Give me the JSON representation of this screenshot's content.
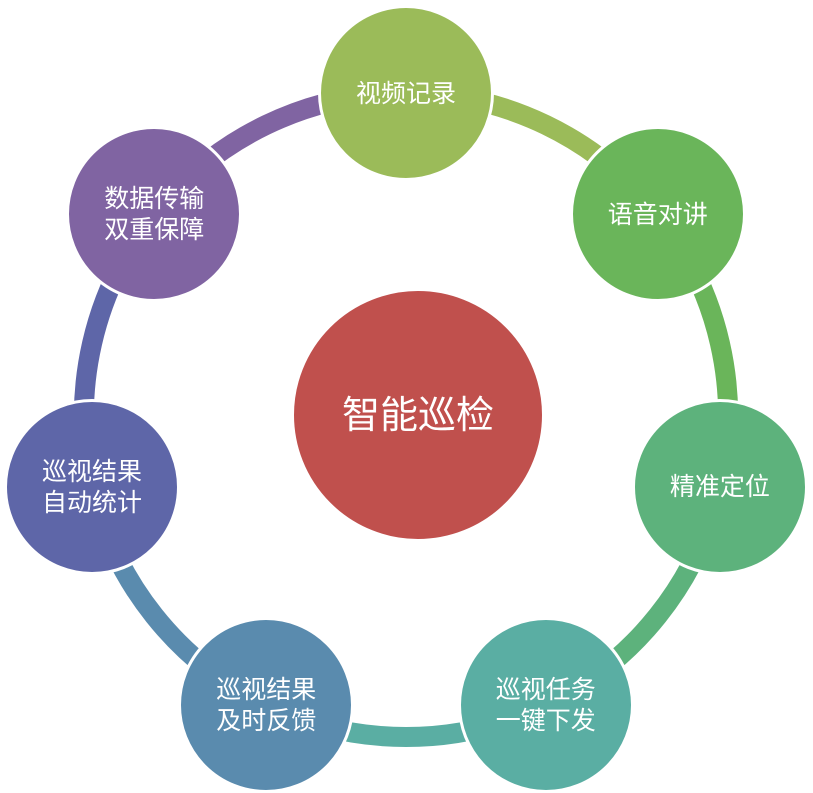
{
  "center": {
    "label": "智能巡检",
    "color": "#C0504D"
  },
  "nodes": [
    {
      "label": "视频记录",
      "color": "#9BBB59"
    },
    {
      "label": "语音对讲",
      "color": "#6AB55A"
    },
    {
      "label": "精准定位",
      "color": "#5DB27C"
    },
    {
      "label": "巡视任务\n一键下发",
      "color": "#5AAEA3"
    },
    {
      "label": "巡视结果\n及时反馈",
      "color": "#5A8BAE"
    },
    {
      "label": "巡视结果\n自动统计",
      "color": "#5E66A8"
    },
    {
      "label": "数据传输\n双重保障",
      "color": "#8064A2"
    }
  ]
}
